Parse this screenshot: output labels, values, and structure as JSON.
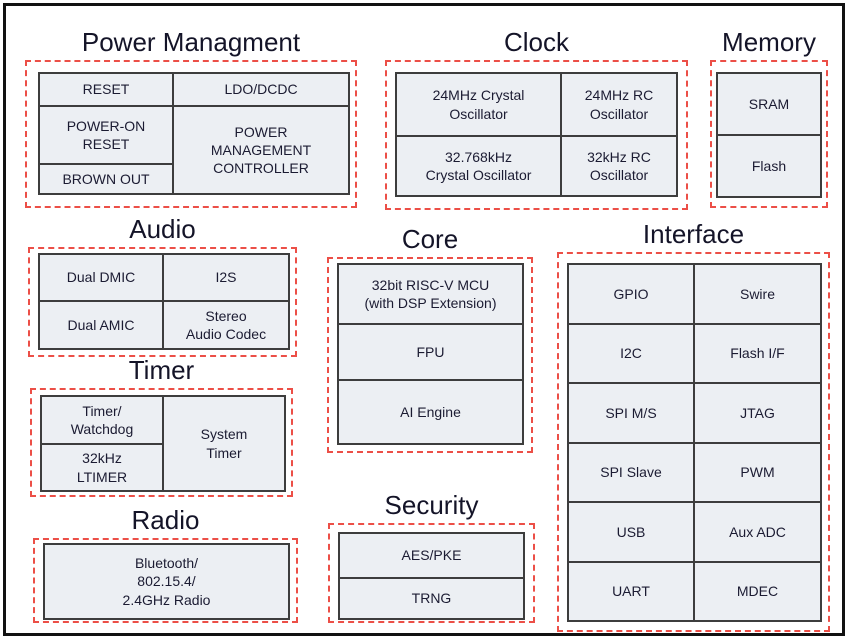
{
  "groups": {
    "power": {
      "title": "Power Managment",
      "cells": {
        "reset": "RESET",
        "ldo_dcdc": "LDO/DCDC",
        "power_on_reset": "POWER-ON\nRESET",
        "pm_controller": "POWER\nMANAGEMENT\nCONTROLLER",
        "brown_out": "BROWN OUT"
      }
    },
    "clock": {
      "title": "Clock",
      "cells": {
        "xtal_24mhz": "24MHz Crystal\nOscillator",
        "rc_24mhz": "24MHz RC\nOscillator",
        "xtal_32768khz": "32.768kHz\nCrystal Oscillator",
        "rc_32khz": "32kHz RC\nOscillator"
      }
    },
    "memory": {
      "title": "Memory",
      "cells": {
        "sram": "SRAM",
        "flash": "Flash"
      }
    },
    "audio": {
      "title": "Audio",
      "cells": {
        "dual_dmic": "Dual DMIC",
        "i2s": "I2S",
        "dual_amic": "Dual AMIC",
        "stereo_codec": "Stereo\nAudio Codec"
      }
    },
    "core": {
      "title": "Core",
      "cells": {
        "mcu": "32bit RISC-V MCU\n(with DSP Extension)",
        "fpu": "FPU",
        "ai_engine": "AI Engine"
      }
    },
    "interface": {
      "title": "Interface",
      "cells": {
        "gpio": "GPIO",
        "swire": "Swire",
        "i2c": "I2C",
        "flash_if": "Flash I/F",
        "spi_ms": "SPI M/S",
        "jtag": "JTAG",
        "spi_slave": "SPI Slave",
        "pwm": "PWM",
        "usb": "USB",
        "aux_adc": "Aux ADC",
        "uart": "UART",
        "mdec": "MDEC"
      }
    },
    "timer": {
      "title": "Timer",
      "cells": {
        "timer_watchdog": "Timer/\nWatchdog",
        "ltimer_32khz": "32kHz\nLTIMER",
        "system_timer": "System\nTimer"
      }
    },
    "radio": {
      "title": "Radio",
      "cells": {
        "bluetooth_radio": "Bluetooth/\n802.15.4/\n2.4GHz Radio"
      }
    },
    "security": {
      "title": "Security",
      "cells": {
        "aes_pke": "AES/PKE",
        "trng": "TRNG"
      }
    }
  },
  "colors": {
    "cell_fill": "#eceff3",
    "cell_border": "#3d3d3d",
    "group_dashed_border": "#ec4f47",
    "outer_frame": "#111111",
    "text": "#1b1b32"
  }
}
